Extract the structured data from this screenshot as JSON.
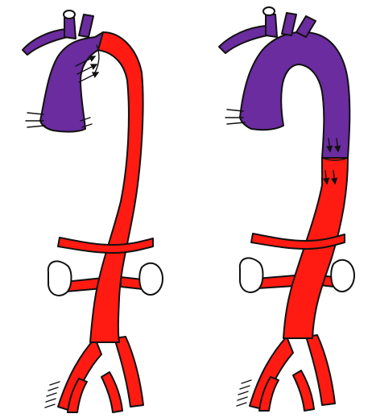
{
  "colors": {
    "deoxygenated": "#6a2c9e",
    "oxygenated": "#ff1a12",
    "outline": "#111111",
    "kidney": "#ffffff"
  },
  "panels": [
    {
      "id": "left",
      "transition": "aortic-arch"
    },
    {
      "id": "right",
      "transition": "descending-thoracic-aorta"
    }
  ]
}
